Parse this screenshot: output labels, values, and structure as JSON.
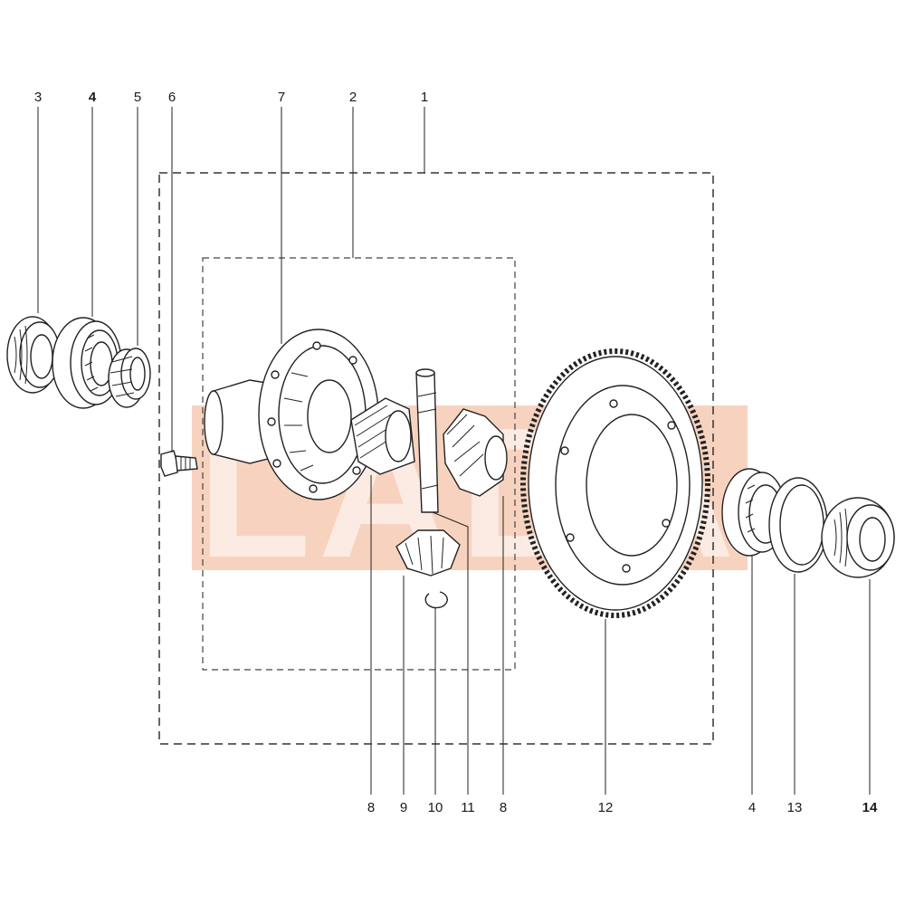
{
  "watermark": {
    "text": "LADA",
    "color": "#f6cbb4"
  },
  "callouts": [
    {
      "id": "c3",
      "label": "3",
      "bold": false
    },
    {
      "id": "c4a",
      "label": "4",
      "bold": true
    },
    {
      "id": "c5",
      "label": "5",
      "bold": false
    },
    {
      "id": "c6",
      "label": "6",
      "bold": false
    },
    {
      "id": "c7",
      "label": "7",
      "bold": false
    },
    {
      "id": "c2",
      "label": "2",
      "bold": false
    },
    {
      "id": "c1",
      "label": "1",
      "bold": false
    },
    {
      "id": "c8a",
      "label": "8",
      "bold": false
    },
    {
      "id": "c9",
      "label": "9",
      "bold": false
    },
    {
      "id": "c10",
      "label": "10",
      "bold": false
    },
    {
      "id": "c11",
      "label": "11",
      "bold": false
    },
    {
      "id": "c8b",
      "label": "8",
      "bold": false
    },
    {
      "id": "c12",
      "label": "12",
      "bold": false
    },
    {
      "id": "c4b",
      "label": "4",
      "bold": false
    },
    {
      "id": "c13",
      "label": "13",
      "bold": false
    },
    {
      "id": "c14",
      "label": "14",
      "bold": true
    }
  ],
  "parts": [
    {
      "key": "bearing-outer-race-left",
      "icon": "bearing-race-icon"
    },
    {
      "key": "roller-bearing-left",
      "icon": "roller-bearing-icon"
    },
    {
      "key": "bearing-inner-race",
      "icon": "bearing-race-icon"
    },
    {
      "key": "bolt",
      "icon": "bolt-icon"
    },
    {
      "key": "differential-housing",
      "icon": "housing-icon"
    },
    {
      "key": "side-gear-left",
      "icon": "bevel-gear-icon"
    },
    {
      "key": "satellite-gear",
      "icon": "bevel-gear-icon"
    },
    {
      "key": "circlip",
      "icon": "circlip-icon"
    },
    {
      "key": "satellite-shaft",
      "icon": "shaft-icon"
    },
    {
      "key": "side-gear-right",
      "icon": "bevel-gear-icon"
    },
    {
      "key": "ring-gear",
      "icon": "ring-gear-icon"
    },
    {
      "key": "roller-bearing-right",
      "icon": "roller-bearing-icon"
    },
    {
      "key": "adjusting-ring",
      "icon": "ring-icon"
    },
    {
      "key": "bearing-outer-race-right",
      "icon": "bearing-race-icon"
    }
  ]
}
